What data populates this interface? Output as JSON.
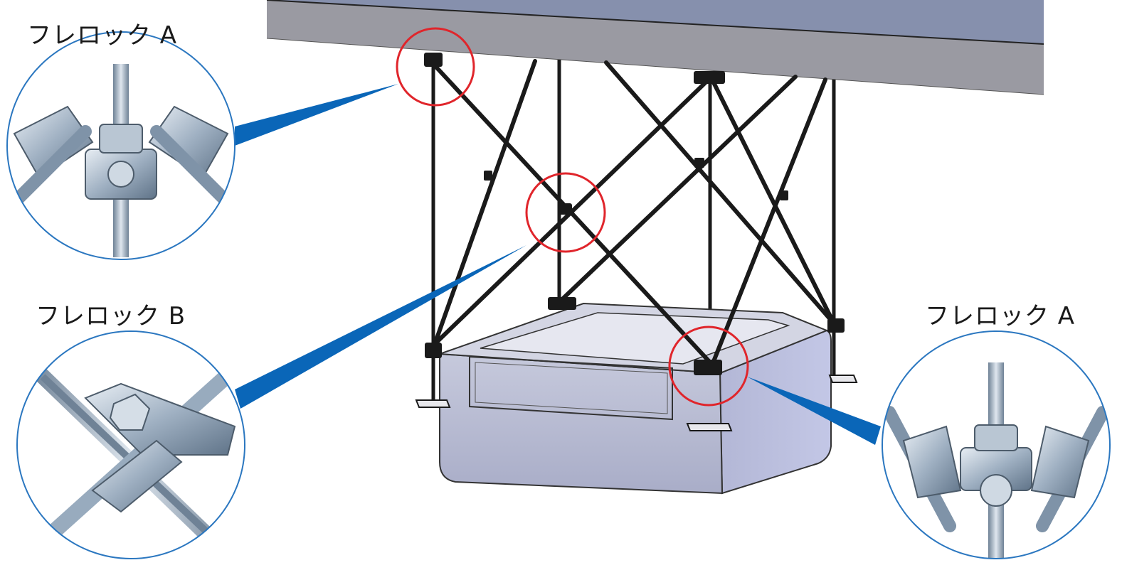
{
  "labels": {
    "top_left": "フレロック A",
    "mid_left": "フレロック B",
    "right": "フレロック A"
  },
  "colors": {
    "ceiling_top": "#8690ad",
    "ceiling_front": "#9a9aa2",
    "highlight_circle": "#e0252b",
    "callout_pointer": "#0a66b8",
    "detail_border": "#2b77c0",
    "unit_body": "#b8bcd4",
    "bracing": "#1a1a1a"
  },
  "icons": {
    "detail_a_left": "flelock-a-clamp-icon",
    "detail_b": "flelock-b-cross-clamp-icon",
    "detail_a_right": "flelock-a-clamp-icon"
  }
}
